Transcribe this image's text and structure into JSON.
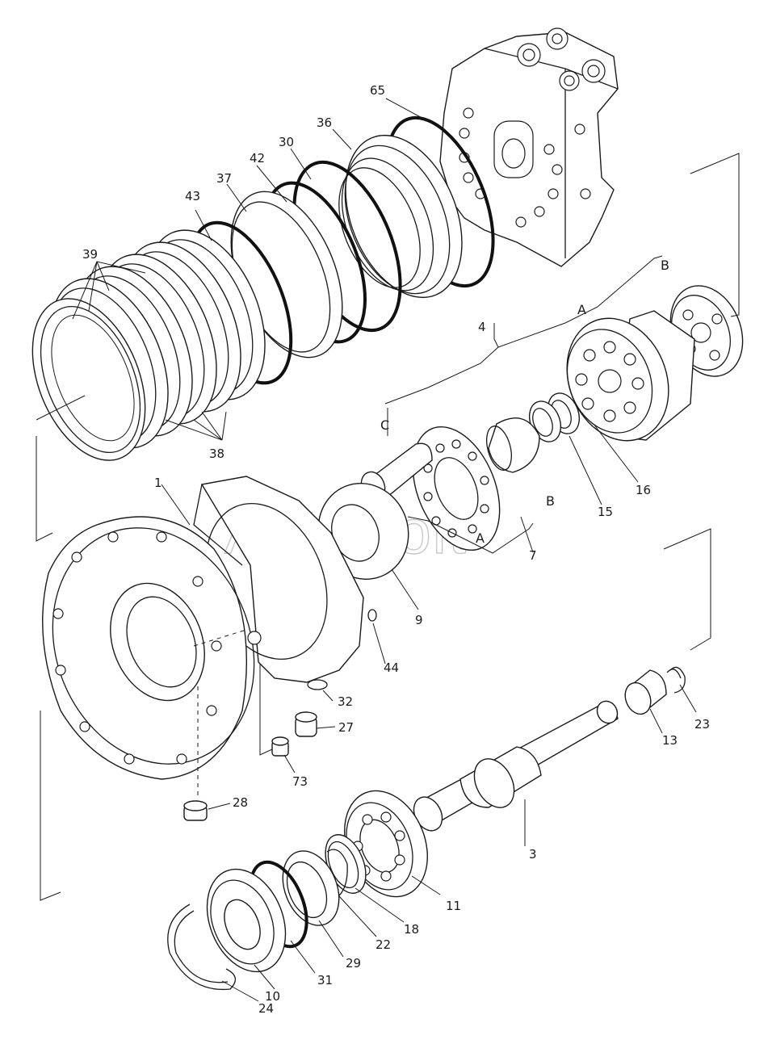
{
  "watermark": "AutoSoft",
  "callouts": {
    "p1": "1",
    "p3": "3",
    "p4": "4",
    "p7": "7",
    "p9": "9",
    "p10": "10",
    "p11": "11",
    "p13": "13",
    "p15": "15",
    "p16": "16",
    "p18": "18",
    "p22": "22",
    "p23": "23",
    "p24": "24",
    "p27": "27",
    "p28": "28",
    "p29": "29",
    "p30": "30",
    "p31": "31",
    "p32": "32",
    "p36": "36",
    "p37": "37",
    "p38": "38",
    "p39": "39",
    "p42": "42",
    "p43": "43",
    "p44": "44",
    "p65": "65",
    "p73": "73"
  },
  "letters": {
    "a_top": "A",
    "b_top": "B",
    "c_mid": "C",
    "b_mid": "B",
    "a_mid": "A"
  }
}
